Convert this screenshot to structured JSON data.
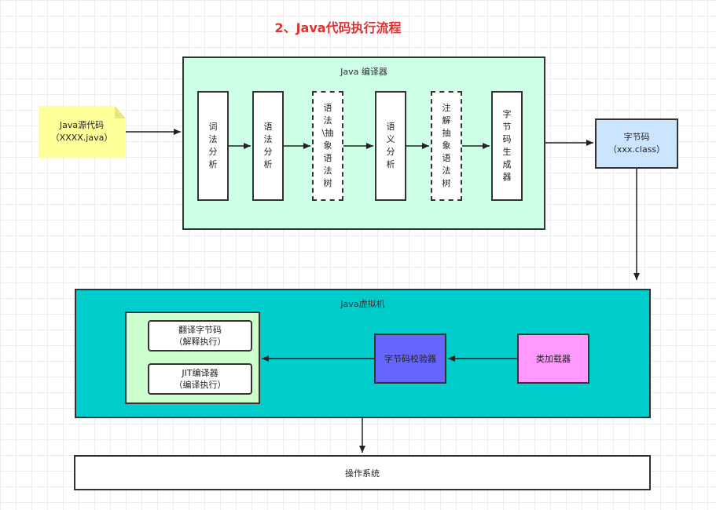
{
  "title": "2、Java代码执行流程",
  "source": {
    "line1": "Java源代码",
    "line2": "（XXXX.java）"
  },
  "compiler": {
    "label": "Java 编译器",
    "stages": [
      {
        "text": "词法分析",
        "dashed": false
      },
      {
        "text": "语法分析",
        "dashed": false
      },
      {
        "text": "语法\\抽象语法树",
        "dashed": true
      },
      {
        "text": "语义分析",
        "dashed": false
      },
      {
        "text": "注解抽象语法树",
        "dashed": true
      },
      {
        "text": "字节码生成器",
        "dashed": false
      }
    ]
  },
  "bytecode": {
    "line1": "字节码",
    "line2": "（xxx.class）"
  },
  "jvm": {
    "label": "Java虚拟机",
    "interpreter": {
      "line1": "翻译字节码",
      "line2": "（解释执行）"
    },
    "jit": {
      "line1": "JIT编译器",
      "line2": "（编译执行）"
    },
    "verifier": "字节码校验器",
    "loader": "类加载器"
  },
  "os": "操作系统",
  "colors": {
    "title": "#e0312f",
    "compiler_bg": "#ccffe6",
    "source_bg": "#ffff99",
    "bytecode_bg": "#cce5ff",
    "jvm_bg": "#00cccc",
    "engine_bg": "#ccffcc",
    "verifier_bg": "#6666ff",
    "loader_bg": "#ff99ff"
  }
}
